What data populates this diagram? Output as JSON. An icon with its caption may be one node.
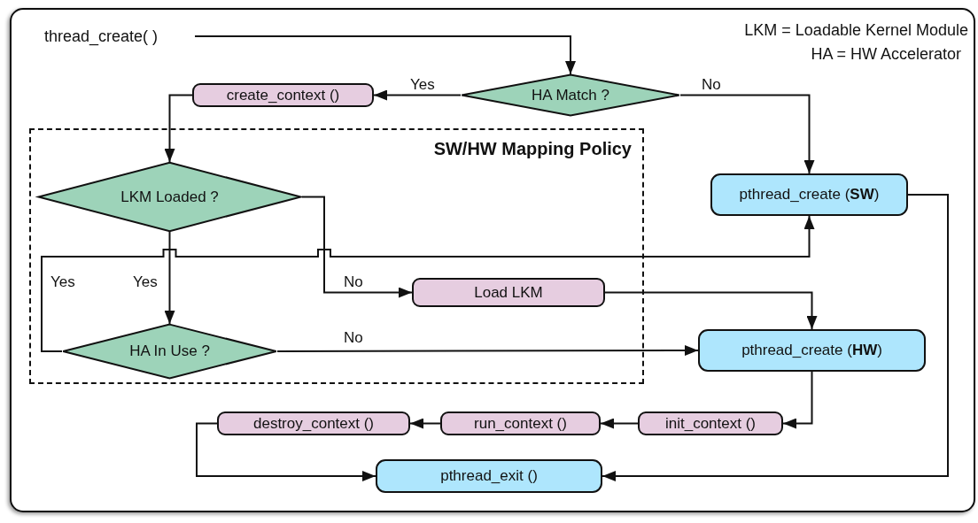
{
  "diagram": {
    "nodes": [
      {
        "text": [
          "thread_create( )"
        ]
      },
      {
        "text": [
          "HA Match ?"
        ]
      },
      {
        "text": [
          "create_context ()"
        ]
      },
      {
        "text": [
          "SW/HW Mapping Policy"
        ]
      },
      {
        "text": [
          "LKM Loaded ?"
        ],
        "in": 3
      },
      {
        "text": [
          "HA In Use ?"
        ],
        "in": 3
      },
      {
        "text": [
          "Load LKM"
        ],
        "in": 3
      },
      {
        "text": [
          "pthread_create (**SW**)"
        ]
      },
      {
        "text": [
          "pthread_create (**HW**)"
        ]
      },
      {
        "text": [
          "init_context ()"
        ]
      },
      {
        "text": [
          "run_context ()"
        ]
      },
      {
        "text": [
          "destroy_context ()"
        ]
      },
      {
        "text": [
          "pthread_exit ()"
        ]
      }
    ],
    "edges": [
      {
        "from": 0,
        "to": 1,
        "arrow": "to"
      },
      {
        "from": 1,
        "to": 2,
        "arrow": "to",
        "label": "Yes"
      },
      {
        "from": 1,
        "to": 7,
        "arrow": "to",
        "label": "No"
      },
      {
        "from": 2,
        "to": 4,
        "arrow": "to"
      },
      {
        "from": 4,
        "to": 5,
        "arrow": "to",
        "label": "Yes"
      },
      {
        "from": 4,
        "to": 6,
        "arrow": "to",
        "label": "No"
      },
      {
        "from": 5,
        "to": 7,
        "arrow": "to",
        "label": "Yes"
      },
      {
        "from": 5,
        "to": 8,
        "arrow": "to",
        "label": "No"
      },
      {
        "from": 6,
        "to": 8,
        "arrow": "to"
      },
      {
        "from": 7,
        "to": 12,
        "arrow": "to"
      },
      {
        "from": 8,
        "to": 9,
        "arrow": "to"
      },
      {
        "from": 9,
        "to": 10,
        "arrow": "to"
      },
      {
        "from": 10,
        "to": 11,
        "arrow": "to"
      },
      {
        "from": 11,
        "to": 12,
        "arrow": "to"
      }
    ],
    "labels": [
      "LKM = Loadable Kernel Module",
      "HA = HW Accelerator"
    ]
  }
}
